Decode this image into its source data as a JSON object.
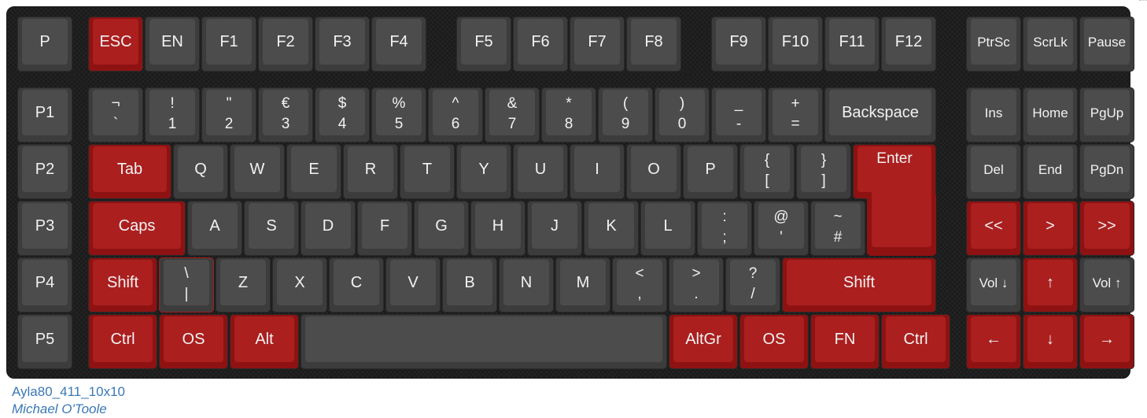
{
  "layout_name": "Ayla80_411_10x10",
  "author": "Michael O'Toole",
  "colors": {
    "dark_key": "#4c4c4c",
    "red_key": "#ab1f1f",
    "legend": "#f2f2f2",
    "link": "#3b78b5"
  },
  "rows": {
    "r0": [
      "P",
      "ESC",
      "EN",
      "F1",
      "F2",
      "F3",
      "F4",
      "F5",
      "F6",
      "F7",
      "F8",
      "F9",
      "F10",
      "F11",
      "F12",
      "PtrSc",
      "ScrLk",
      "Pause"
    ],
    "r1": [
      [
        "P1"
      ],
      [
        "¬",
        "`"
      ],
      [
        "!",
        "1"
      ],
      [
        "\"",
        "2"
      ],
      [
        "€",
        "3"
      ],
      [
        "$",
        "4"
      ],
      [
        "%",
        "5"
      ],
      [
        "^",
        "6"
      ],
      [
        "&",
        "7"
      ],
      [
        "*",
        "8"
      ],
      [
        "(",
        "9"
      ],
      [
        ")",
        "0"
      ],
      [
        "_",
        "-"
      ],
      [
        "+",
        "="
      ],
      [
        "Backspace"
      ],
      [
        "Ins"
      ],
      [
        "Home"
      ],
      [
        "PgUp"
      ]
    ],
    "r2": [
      [
        "P2"
      ],
      [
        "Tab"
      ],
      [
        "Q"
      ],
      [
        "W"
      ],
      [
        "E"
      ],
      [
        "R"
      ],
      [
        "T"
      ],
      [
        "Y"
      ],
      [
        "U"
      ],
      [
        "I"
      ],
      [
        "O"
      ],
      [
        "P"
      ],
      [
        "{",
        "["
      ],
      [
        "}",
        "]"
      ],
      [
        "Enter"
      ],
      [
        "Del"
      ],
      [
        "End"
      ],
      [
        "PgDn"
      ]
    ],
    "r3": [
      [
        "P3"
      ],
      [
        "Caps"
      ],
      [
        "A"
      ],
      [
        "S"
      ],
      [
        "D"
      ],
      [
        "F"
      ],
      [
        "G"
      ],
      [
        "H"
      ],
      [
        "J"
      ],
      [
        "K"
      ],
      [
        "L"
      ],
      [
        ":",
        ";"
      ],
      [
        "@",
        "'"
      ],
      [
        "~",
        "#"
      ],
      [
        "<<"
      ],
      [
        ">"
      ],
      [
        ">>"
      ]
    ],
    "r4": [
      [
        "P4"
      ],
      [
        "Shift"
      ],
      [
        "\\",
        "|"
      ],
      [
        "Z"
      ],
      [
        "X"
      ],
      [
        "C"
      ],
      [
        "V"
      ],
      [
        "B"
      ],
      [
        "N"
      ],
      [
        "M"
      ],
      [
        "<",
        ","
      ],
      [
        ">",
        "."
      ],
      [
        "?",
        "/"
      ],
      [
        "Shift"
      ],
      [
        "Vol ↓"
      ],
      [
        "↑"
      ],
      [
        "Vol ↑"
      ]
    ],
    "r5": [
      [
        "P5"
      ],
      [
        "Ctrl"
      ],
      [
        "OS"
      ],
      [
        "Alt"
      ],
      [
        ""
      ],
      [
        "AltGr"
      ],
      [
        "OS"
      ],
      [
        "FN"
      ],
      [
        "Ctrl"
      ],
      [
        "←"
      ],
      [
        "↓"
      ],
      [
        "→"
      ]
    ]
  }
}
